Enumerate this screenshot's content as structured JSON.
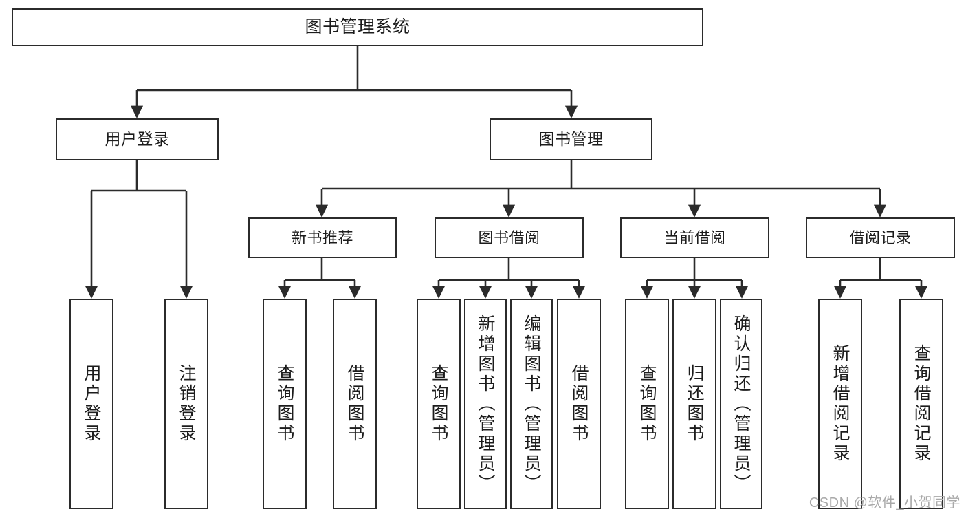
{
  "diagram": {
    "title": "图书管理系统",
    "type": "tree-hierarchy-diagram",
    "colors": {
      "box_border": "#2b2b2b",
      "box_fill": "#ffffff",
      "connector": "#2b2b2b",
      "background": "#ffffff",
      "watermark": "#a9a9a9"
    },
    "root": {
      "label": "图书管理系统"
    },
    "level2": [
      {
        "label": "用户登录"
      },
      {
        "label": "图书管理"
      }
    ],
    "level3": [
      {
        "label": "新书推荐"
      },
      {
        "label": "图书借阅"
      },
      {
        "label": "当前借阅"
      },
      {
        "label": "借阅记录"
      }
    ],
    "leaves": [
      {
        "label": "用户登录"
      },
      {
        "label": "注销登录"
      },
      {
        "label": "查询图书"
      },
      {
        "label": "借阅图书"
      },
      {
        "label": "查询图书"
      },
      {
        "label": "新增图书（管理员）"
      },
      {
        "label": "编辑图书（管理员）"
      },
      {
        "label": "借阅图书"
      },
      {
        "label": "查询图书"
      },
      {
        "label": "归还图书"
      },
      {
        "label": "确认归还（管理员）"
      },
      {
        "label": "新增借阅记录"
      },
      {
        "label": "查询借阅记录"
      }
    ]
  },
  "watermark": {
    "text": "CSDN @软件_小贺同学"
  }
}
